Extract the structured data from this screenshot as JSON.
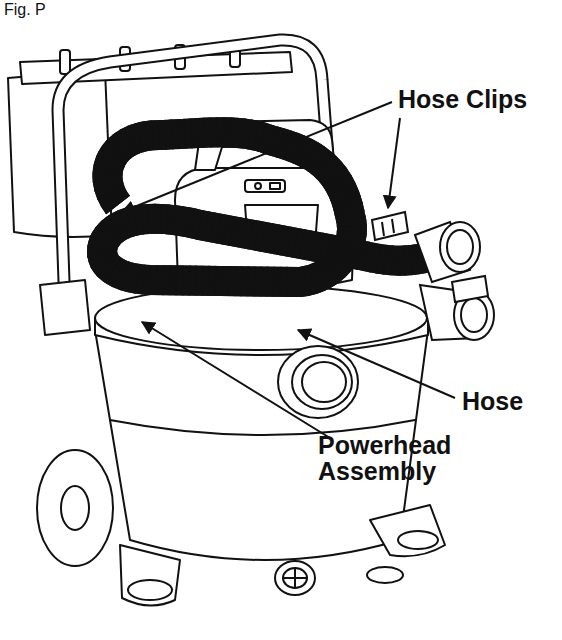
{
  "diagram": {
    "labels": [
      "Fig. P",
      "Hose Clips",
      "Hose",
      "Powerhead Assembly"
    ]
  }
}
